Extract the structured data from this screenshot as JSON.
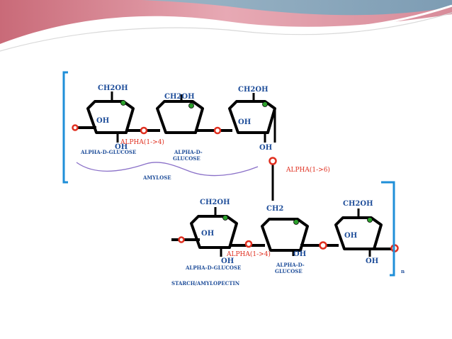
{
  "colors": {
    "bond": "#000000",
    "oxygen": "#e03020",
    "carbon_marker": "#2ca02c",
    "bracket": "#1f8fd8",
    "label": "#1f4e9a",
    "linkage_label": "#e03020",
    "brace": "#8a70c8"
  },
  "amylose": {
    "ring1_group": "CH2OH",
    "ring1_oh": "OH",
    "ring1_oh2": "OH",
    "ring2_group": "CH2OH",
    "ring3_group": "CH2OH",
    "ring3_oh": "OH",
    "ring3_oh2": "OH",
    "linkage_label": "ALPHA(1->4)",
    "glucose_label_1": "ALPHA-D-GLUCOSE",
    "glucose_label_2_line1": "ALPHA-D-",
    "glucose_label_2_line2": "GLUCOSE",
    "chain_label": "AMYLOSE"
  },
  "branch": {
    "linkage_label": "ALPHA(1->6)"
  },
  "amylopectin": {
    "ring1_group": "CH2OH",
    "ring1_oh": "OH",
    "ring1_oh2": "OH",
    "ring2_group": "CH2",
    "ring2_oh": "OH",
    "ring3_group": "CH2OH",
    "ring3_oh": "OH",
    "ring3_oh2": "OH",
    "linkage_label": "ALPHA(1->4)",
    "glucose_label_1": "ALPHA-D-GLUCOSE",
    "glucose_label_2_line1": "ALPHA-D-",
    "glucose_label_2_line2": "GLUCOSE",
    "chain_label": "STARCH/AMYLOPECTIN",
    "repeat_subscript": "n"
  }
}
